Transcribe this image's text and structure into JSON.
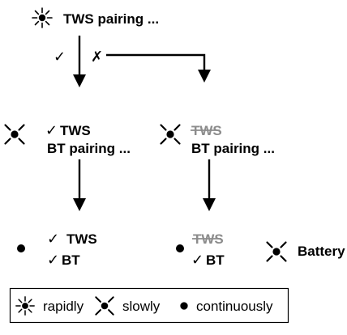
{
  "title": {
    "label": "TWS  pairing ..."
  },
  "branch": {
    "yes_mark": "✓",
    "no_mark": "✗"
  },
  "middle_left": {
    "line1_mark": "✓",
    "line1": "TWS",
    "line2": "BT pairing ..."
  },
  "middle_right": {
    "line1": "TWS",
    "line2": "BT pairing ..."
  },
  "bottom_left": {
    "line1_mark": "✓",
    "line1": "TWS",
    "line2_mark": "✓",
    "line2": "BT"
  },
  "bottom_right": {
    "line1": "TWS",
    "line2_mark": "✓",
    "line2": "BT"
  },
  "battery": {
    "label": "Battery"
  },
  "legend": {
    "rapid_label": "rapidly",
    "slow_label": "slowly",
    "continuous_label": "continuously"
  },
  "icons": {
    "rapid_blink": "led-rapid-blink-icon",
    "slow_blink": "led-slow-blink-icon",
    "continuous": "led-continuous-icon"
  },
  "colors": {
    "ink": "#000000",
    "struck_text": "#8c8c8c"
  }
}
